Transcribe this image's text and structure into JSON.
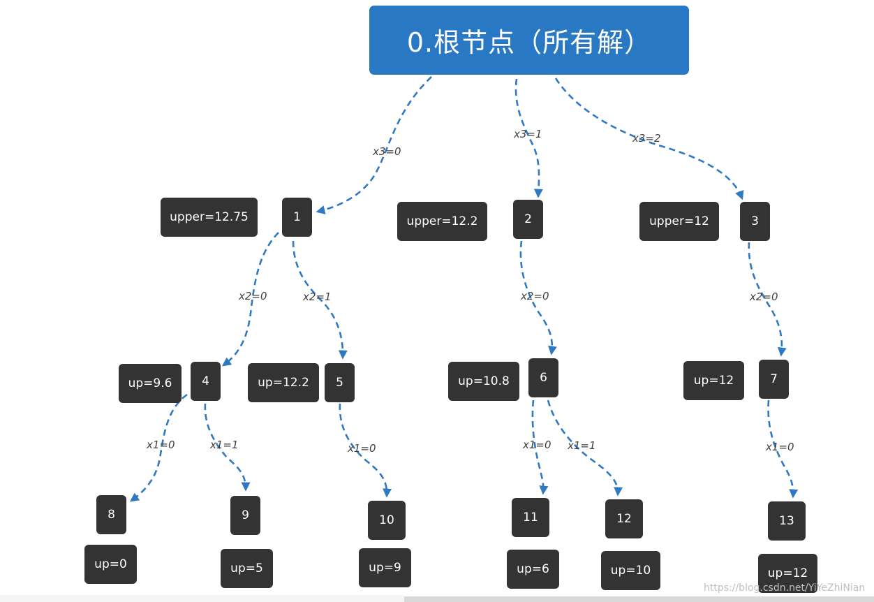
{
  "root": {
    "label": "0.根节点（所有解）"
  },
  "nodes": {
    "n1": "1",
    "n2": "2",
    "n3": "3",
    "n4": "4",
    "n5": "5",
    "n6": "6",
    "n7": "7",
    "n8": "8",
    "n9": "9",
    "n10": "10",
    "n11": "11",
    "n12": "12",
    "n13": "13"
  },
  "bounds": {
    "n1": "upper=12.75",
    "n2": "upper=12.2",
    "n3": "upper=12",
    "n4": "up=9.6",
    "n5": "up=12.2",
    "n6": "up=10.8",
    "n7": "up=12",
    "n8": "up=0",
    "n9": "up=5",
    "n10": "up=9",
    "n11": "up=6",
    "n12": "up=10",
    "n13": "up=12"
  },
  "edges": {
    "r_1": "x3=0",
    "r_2": "x3=1",
    "r_3": "x3=2",
    "n1_4": "x2=0",
    "n1_5": "x2=1",
    "n2_6": "x2=0",
    "n3_7": "x2=0",
    "n4_8": "x1=0",
    "n4_9": "x1=1",
    "n5_10": "x1=0",
    "n6_11": "x1=0",
    "n6_12": "x1=1",
    "n7_13": "x1=0"
  },
  "colors": {
    "root_fill": "#2878c4",
    "node_fill": "#333333",
    "edge": "#2f79c2"
  },
  "watermark": "https://blog.csdn.net/YiYeZhiNian"
}
